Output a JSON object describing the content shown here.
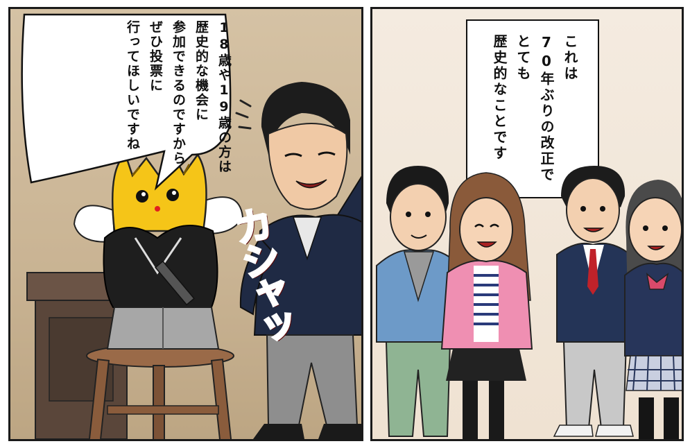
{
  "left_panel": {
    "speech_bubble": {
      "lines": [
        "18歳や19歳の方は",
        "歴史的な機会に",
        "参加できるのですから",
        "ぜひ投票に",
        "行ってほしいですね"
      ]
    },
    "sound_effect": "カシャッ"
  },
  "right_panel": {
    "caption_box": {
      "lines": [
        "これは",
        "70年ぶりの改正で",
        "とても",
        "歴史的なことです"
      ]
    }
  }
}
